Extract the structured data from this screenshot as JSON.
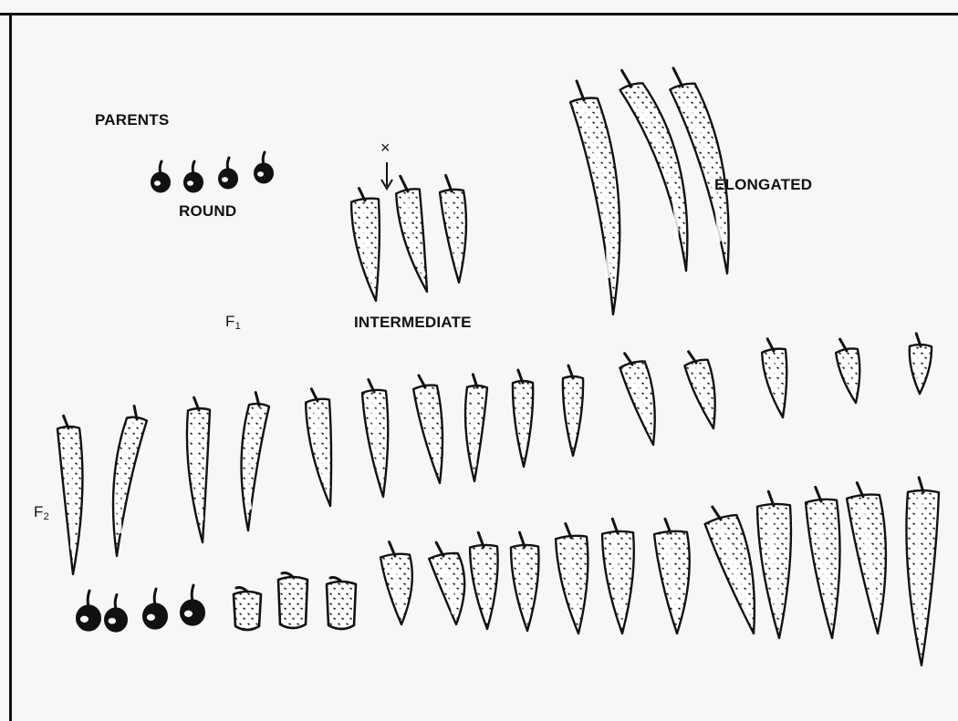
{
  "labels": {
    "parents": "PARENTS",
    "round": "ROUND",
    "cross": "×",
    "elongated": "ELONGATED",
    "intermediate": "INTERMEDIATE",
    "f1_letter": "F",
    "f1_sub": "1",
    "f2_letter": "F",
    "f2_sub": "2"
  },
  "colors": {
    "ink": "#111111",
    "fill": "#ffffff",
    "background": "#f7f7f5"
  },
  "icons": {
    "pepper": "pepper-fruit-icon",
    "arrow": "down-arrow-icon"
  }
}
